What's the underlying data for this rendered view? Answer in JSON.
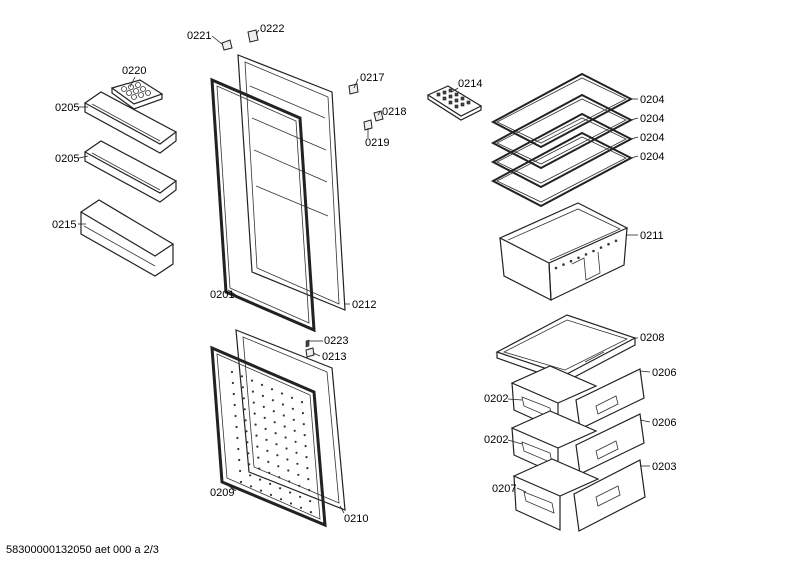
{
  "labels": {
    "p0221": "0221",
    "p0222": "0222",
    "p0220": "0220",
    "p0217": "0217",
    "p0214": "0214",
    "p0218": "0218",
    "p0219": "0219",
    "p0205a": "0205",
    "p0205b": "0205",
    "p0204a": "0204",
    "p0204b": "0204",
    "p0204c": "0204",
    "p0204d": "0204",
    "p0215": "0215",
    "p0211": "0211",
    "p0201": "0201",
    "p0212": "0212",
    "p0223": "0223",
    "p0213": "0213",
    "p0208": "0208",
    "p0206a": "0206",
    "p0202a": "0202",
    "p0206b": "0206",
    "p0202b": "0202",
    "p0203": "0203",
    "p0209": "0209",
    "p0207": "0207",
    "p0210": "0210"
  },
  "footer": "58300000132050 aet 000 a 2/3"
}
